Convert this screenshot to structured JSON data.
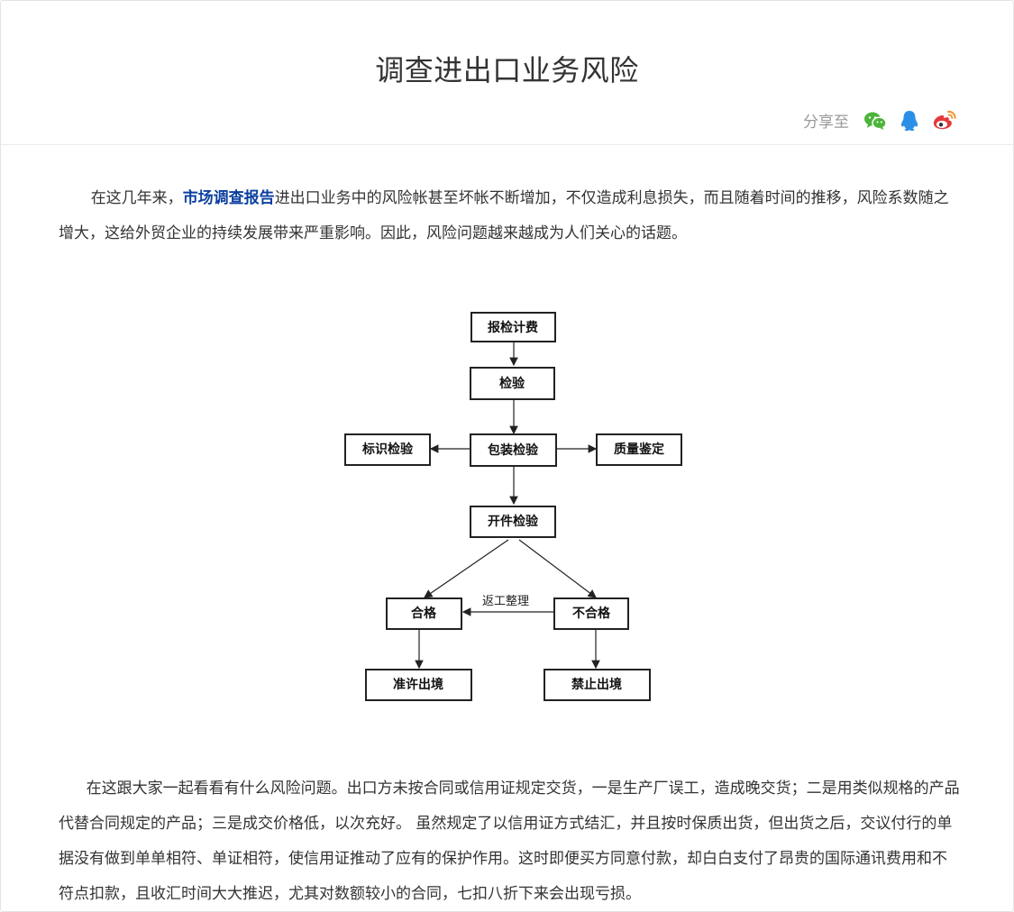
{
  "article": {
    "title": "调查进出口业务风险",
    "share": {
      "label": "分享至",
      "icons": [
        "wechat-icon",
        "qq-icon",
        "weibo-icon"
      ],
      "colors": {
        "wechat": "#4cb43a",
        "qq": "#2b8fe8",
        "weibo": "#e4393c"
      }
    },
    "paragraph1": {
      "before": "在这几年来，",
      "link": "市场调查报告",
      "after": "进出口业务中的风险帐甚至坏帐不断增加，不仅造成利息损失，而且随着时间的推移，风险系数随之增大，这给外贸企业的持续发展带来严重影响。因此，风险问题越来越成为人们关心的话题。"
    },
    "paragraph2": "在这跟大家一起看看有什么风险问题。出口方未按合同或信用证规定交货，一是生产厂误工，造成晚交货；二是用类似规格的产品代替合同规定的产品；三是成交价格低，以次充好。 虽然规定了以信用证方式结汇，并且按时保质出货，但出货之后，交议付行的单据没有做到单单相符、单证相符，使信用证推动了应有的保护作用。这时即便买方同意付款，却白白支付了昂贵的国际通讯费用和不符点扣款，且收汇时间大大推迟，尤其对数额较小的合同，七扣八折下来会出现亏损。",
    "link_color": "#0b3fa0"
  },
  "flowchart": {
    "nodes": {
      "baojian": "报检计费",
      "jianyan": "检验",
      "biaoshi": "标识检验",
      "baozhuang": "包装检验",
      "zhiliang": "质量鉴定",
      "kaijian": "开件检验",
      "hege": "合格",
      "buhege": "不合格",
      "zhunxu": "准许出境",
      "jinzhi": "禁止出境"
    },
    "edge_label": "返工整理"
  }
}
